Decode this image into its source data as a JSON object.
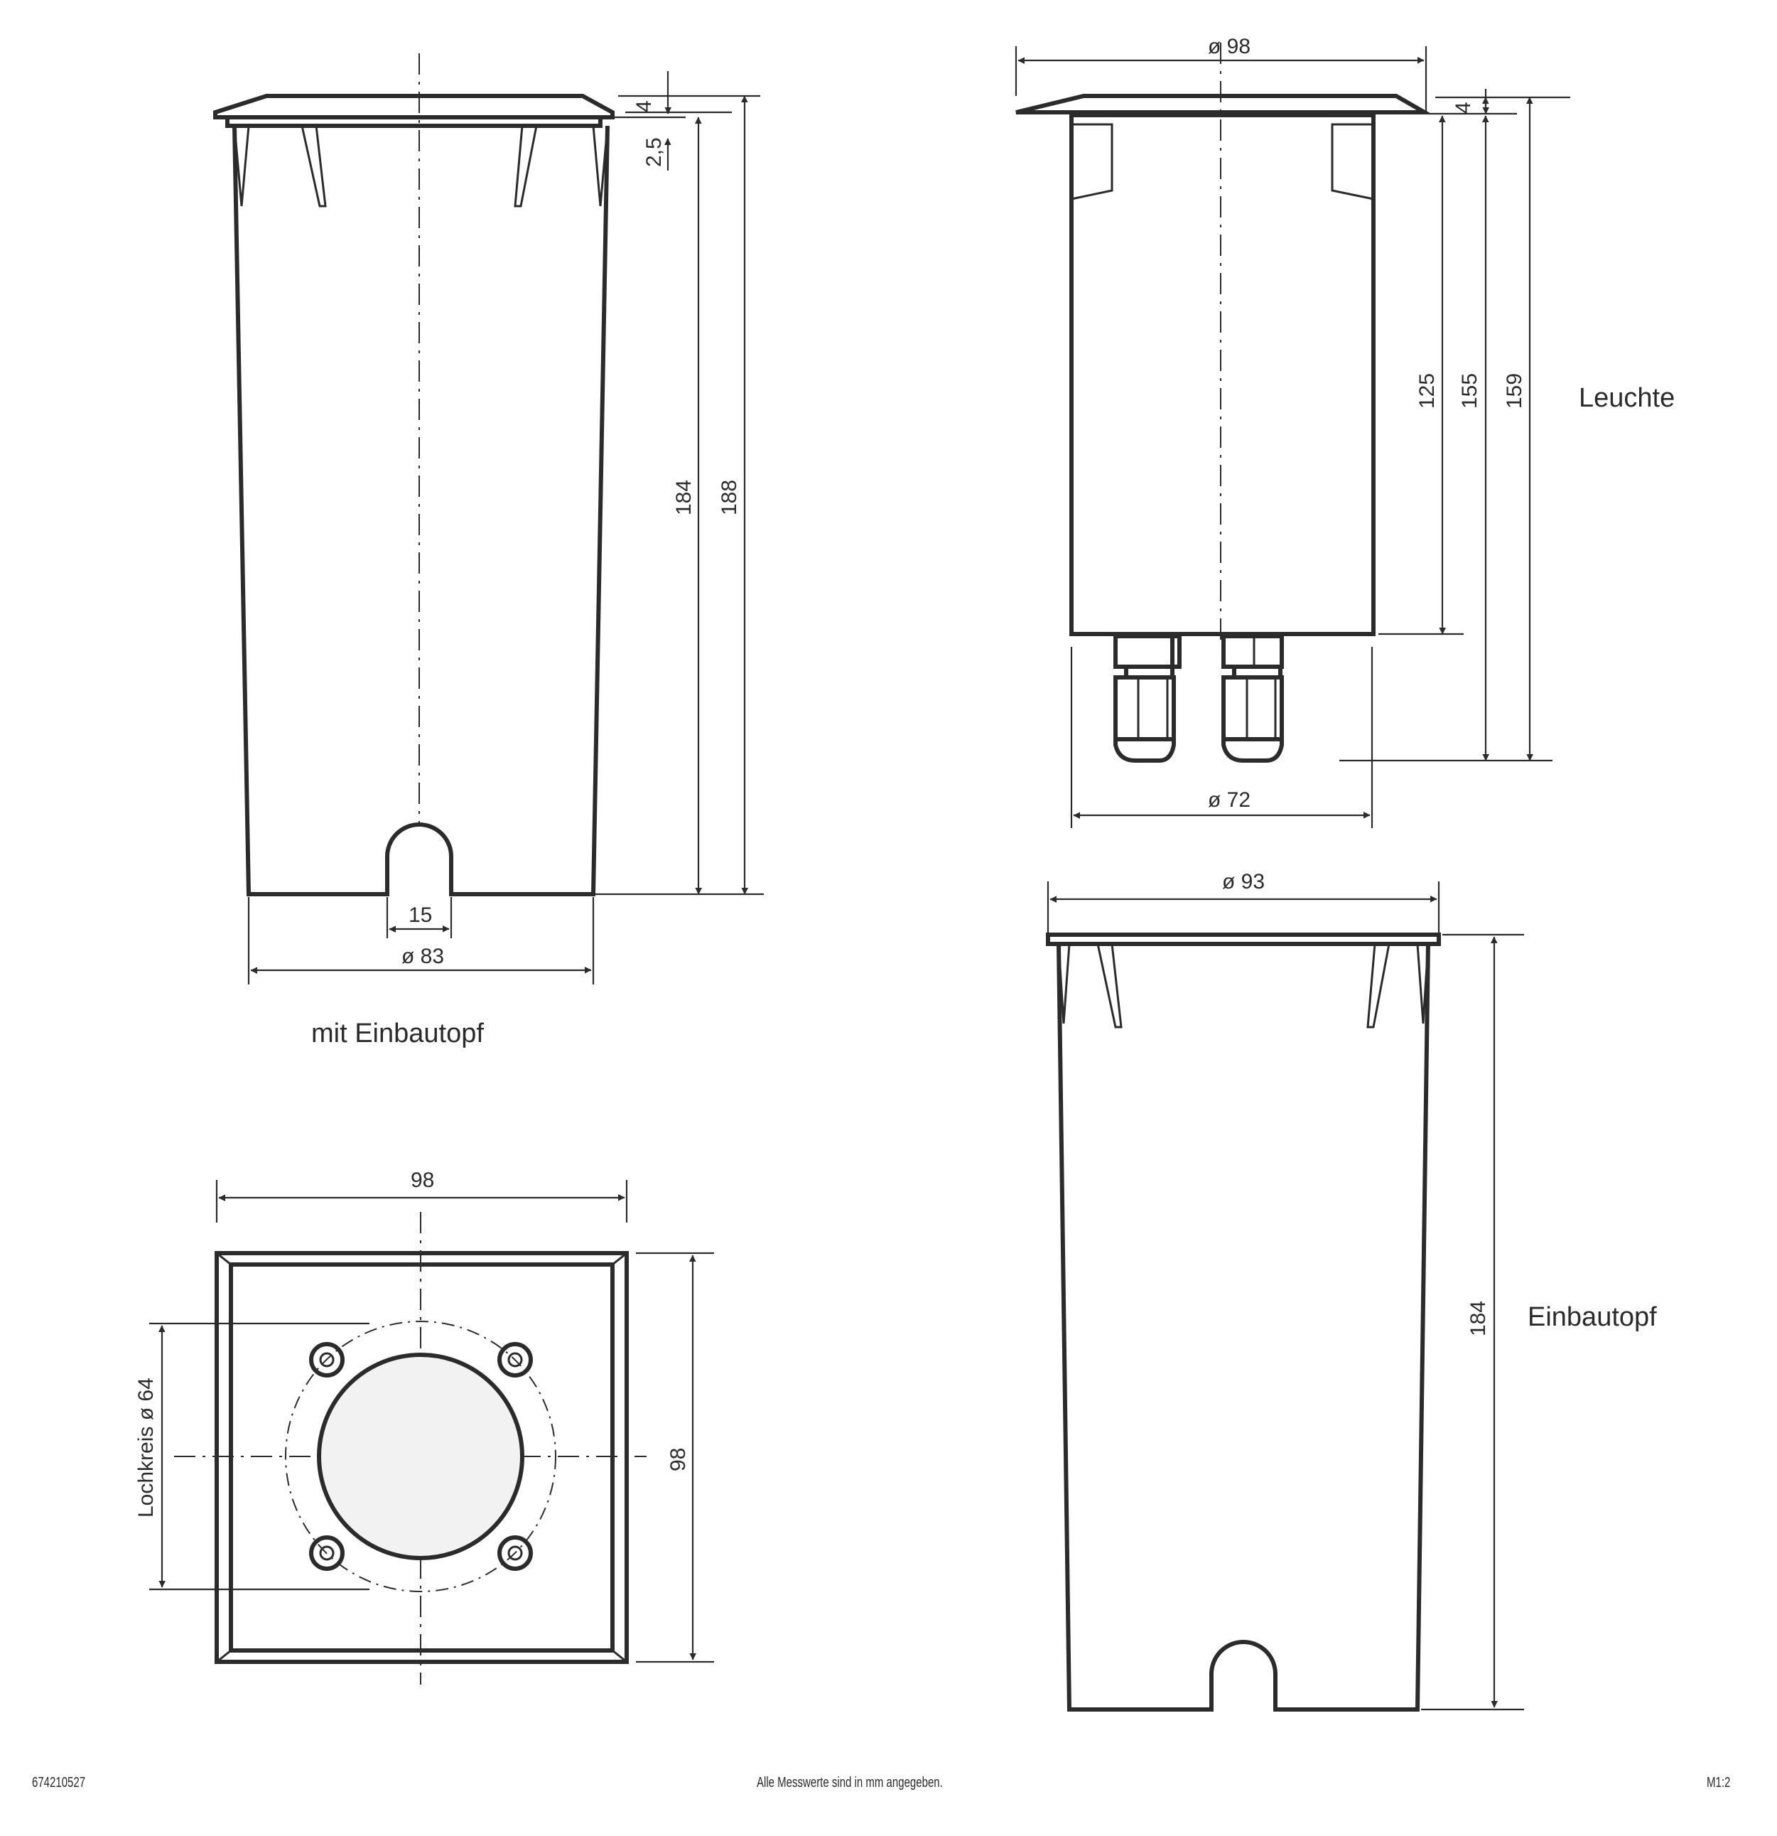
{
  "views": {
    "mit_einbautopf": {
      "label": "mit Einbautopf",
      "dims": {
        "top_flange": "4",
        "flange_step": "2,5",
        "height_inner": "184",
        "height_total": "188",
        "slot_width": "15",
        "diameter": "ø 83"
      }
    },
    "leuchte": {
      "label": "Leuchte",
      "dims": {
        "flange_diameter": "ø 98",
        "flange_height": "4",
        "body_height": "125",
        "height_with_glands": "155",
        "height_total": "159",
        "body_diameter": "ø 72"
      }
    },
    "einbautopf": {
      "label": "Einbautopf",
      "dims": {
        "flange_diameter": "ø 93",
        "height": "184"
      }
    },
    "top_view": {
      "dims": {
        "width": "98",
        "height": "98",
        "hole_circle": "Lochkreis ø 64"
      }
    }
  },
  "footer": {
    "article_number": "674210527",
    "note": "Alle Messwerte sind in mm angegeben.",
    "scale": "M1:2"
  }
}
